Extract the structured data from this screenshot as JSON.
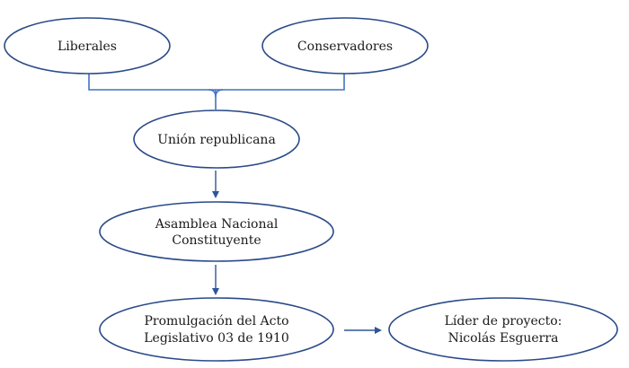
{
  "nodes": {
    "liberales": {
      "lines": [
        "Liberales"
      ]
    },
    "conservadores": {
      "lines": [
        "Conservadores"
      ]
    },
    "union": {
      "lines": [
        "Unión republicana"
      ]
    },
    "asamblea": {
      "lines": [
        "Asamblea Nacional",
        "Constituyente"
      ]
    },
    "promulgacion": {
      "lines": [
        "Promulgación del Acto",
        "Legislativo 03 de 1910"
      ]
    },
    "lider": {
      "lines": [
        "Líder de proyecto:",
        "Nicolás Esguerra"
      ]
    }
  },
  "colors": {
    "ellipse_stroke": "#2a4a87",
    "connector": "#4472c4",
    "arrow": "#2f5597",
    "text": "#1a1a1a"
  }
}
